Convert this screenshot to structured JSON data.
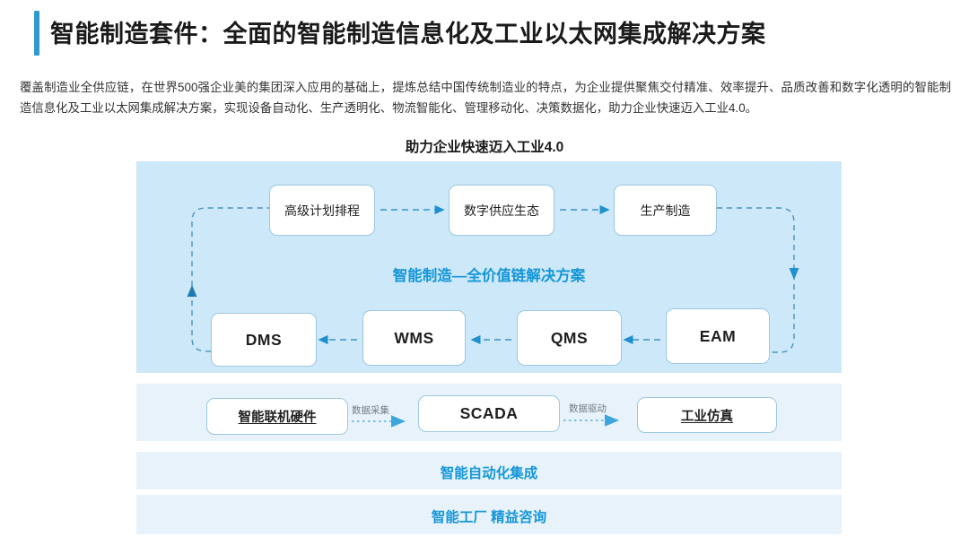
{
  "header": {
    "title": "智能制造套件：全面的智能制造信息化及工业以太网集成解决方案",
    "accent_color": "#2f9ad0"
  },
  "intro": {
    "text": "覆盖制造业全供应链，在世界500强企业美的集团深入应用的基础上，提炼总结中国传统制造业的特点，为企业提供聚焦交付精准、效率提升、品质改善和数字化透明的智能制造信息化及工业以太网集成解决方案，实现设备自动化、生产透明化、物流智能化、管理移动化、决策数据化，助力企业快速迈入工业4.0。"
  },
  "section": {
    "heading": "助力企业快速迈入工业4.0"
  },
  "diagram": {
    "panel_color": "#cde8f8",
    "band_color": "#e7f2fb",
    "accent_color": "#1596d8",
    "center_caption": "智能制造—全价值链解决方案",
    "top_row": [
      {
        "id": "aps",
        "label": "高级计划排程"
      },
      {
        "id": "dsc",
        "label": "数字供应生态"
      },
      {
        "id": "mfg",
        "label": "生产制造"
      }
    ],
    "bottom_row": [
      {
        "id": "dms",
        "label": "DMS"
      },
      {
        "id": "wms",
        "label": "WMS"
      },
      {
        "id": "qms",
        "label": "QMS"
      },
      {
        "id": "eam",
        "label": "EAM"
      }
    ],
    "scada_row": [
      {
        "id": "hw",
        "label": "智能联机硬件"
      },
      {
        "id": "scada",
        "label": "SCADA"
      },
      {
        "id": "sim",
        "label": "工业仿真"
      }
    ],
    "arrow_labels": {
      "collect": "数据采集",
      "drive": "数据驱动"
    },
    "bands": [
      {
        "id": "automation",
        "label": "智能自动化集成"
      },
      {
        "id": "factory",
        "label": "智能工厂  精益咨询"
      }
    ]
  }
}
